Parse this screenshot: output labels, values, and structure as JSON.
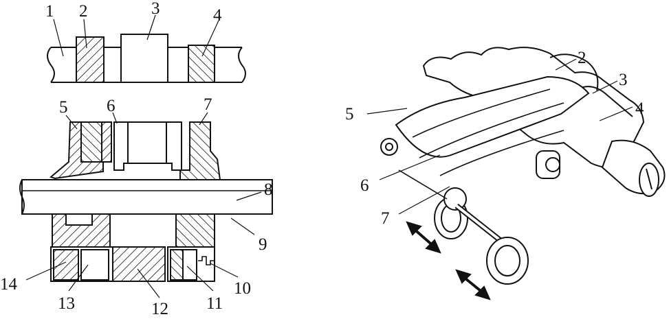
{
  "left_diagram": {
    "labels": [
      "1",
      "2",
      "3",
      "4",
      "5",
      "6",
      "7",
      "8",
      "9",
      "10",
      "11",
      "12",
      "13",
      "14"
    ]
  },
  "right_diagram": {
    "labels": [
      "2",
      "3",
      "4",
      "5",
      "6",
      "7"
    ]
  },
  "colors": {
    "line": "#111111",
    "background": "#ffffff"
  }
}
